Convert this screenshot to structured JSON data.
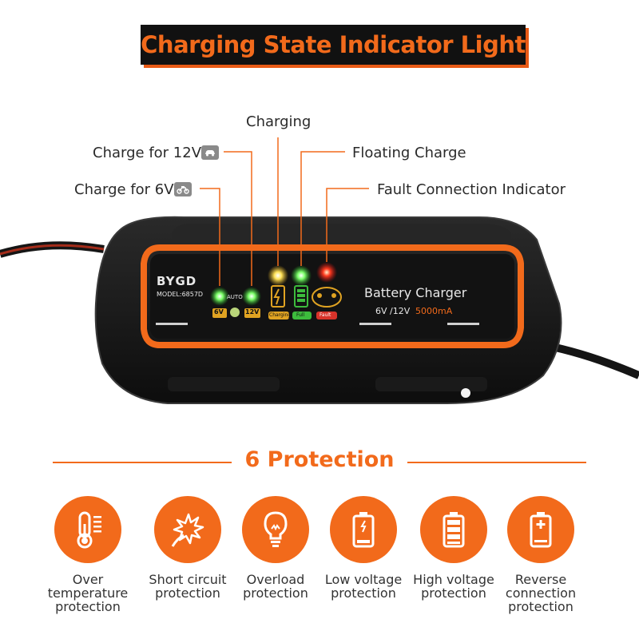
{
  "banner": {
    "title": "Charging State Indicator Light"
  },
  "callouts": {
    "charging": "Charging",
    "floating": "Floating Charge",
    "charge_12v": "Charge for 12V",
    "charge_6v": "Charge for 6V",
    "fault": "Fault Connection Indicator"
  },
  "device": {
    "brand": "BYGD",
    "model": "MODEL:6857D",
    "auto": "AUTO",
    "btn_6v": "6V",
    "btn_12v": "12V",
    "lbl_charging": "Charging",
    "lbl_full": "Full",
    "lbl_fault": "Fault",
    "name": "Battery Charger",
    "voltage": "6V /12V",
    "current": "5000mA"
  },
  "protection": {
    "title": "6 Protection",
    "items": [
      {
        "line1": "Over",
        "line2": "temperature",
        "line3": "protection",
        "icon": "thermometer-icon"
      },
      {
        "line1": "Short circuit",
        "line2": "protection",
        "line3": "",
        "icon": "spark-icon"
      },
      {
        "line1": "Overload",
        "line2": "protection",
        "line3": "",
        "icon": "lightbulb-icon"
      },
      {
        "line1": "Low voltage",
        "line2": "protection",
        "line3": "",
        "icon": "battery-low-icon"
      },
      {
        "line1": "High voltage",
        "line2": "protection",
        "line3": "",
        "icon": "battery-full-icon"
      },
      {
        "line1": "Reverse",
        "line2": "connection",
        "line3": "protection",
        "icon": "battery-plus-icon"
      }
    ]
  },
  "colors": {
    "accent": "#f26a1b",
    "dark": "#111111",
    "green_led": "#33dd33",
    "red_led": "#ff2a1a",
    "yellow_led": "#f4d53a"
  }
}
